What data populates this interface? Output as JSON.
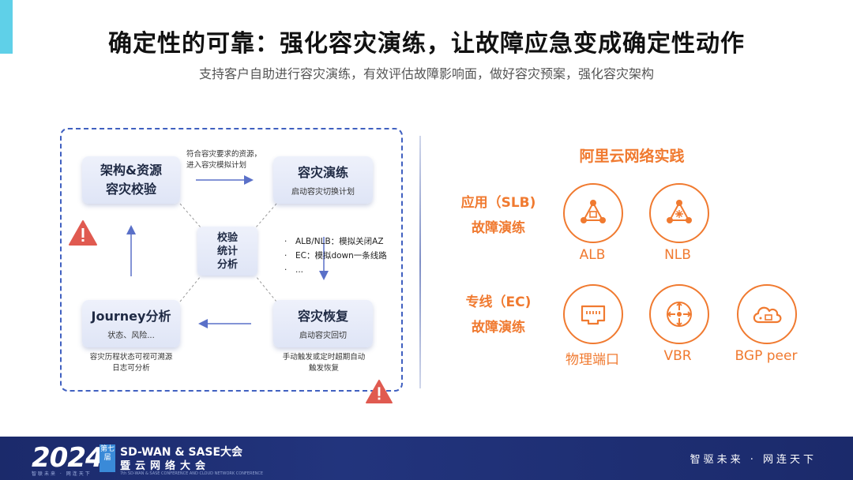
{
  "slide": {
    "title": "确定性的可靠：强化容灾演练，让故障应急变成确定性动作",
    "subtitle": "支持客户自助进行容灾演练，有效评估故障影响面，做好容灾预案，强化容灾架构"
  },
  "flow": {
    "node_arch": {
      "line1": "架构&资源",
      "line2": "容灾校验"
    },
    "node_drill": {
      "title": "容灾演练",
      "sub": "启动容灾切换计划"
    },
    "node_recover": {
      "title": "容灾恢复",
      "sub": "启动容灾回切"
    },
    "node_journey": {
      "title": "Journey分析",
      "sub": "状态、风险..."
    },
    "center": {
      "line1": "校验",
      "line2": "统计",
      "line3": "分析"
    },
    "note_top": {
      "line1": "符合容灾要求的资源，",
      "line2": "进入容灾模拟计划"
    },
    "note_recover": {
      "line1": "手动触发或定时超期自动",
      "line2": "触发恢复"
    },
    "note_journey": {
      "line1": "容灾历程状态可视可溯源",
      "line2": "日志可分析"
    },
    "bullets": [
      "ALB/NLB：模拟关闭AZ",
      "EC：模拟down一条线路",
      "..."
    ],
    "bullet_mark": "·"
  },
  "practice": {
    "title": "阿里云网络实践",
    "row_app": {
      "line1": "应用（SLB)",
      "line2": "故障演练"
    },
    "row_ec": {
      "line1": "专线（EC)",
      "line2": "故障演练"
    },
    "products": {
      "alb": "ALB",
      "nlb": "NLB",
      "port": "物理端口",
      "vbr": "VBR",
      "bgp": "BGP peer"
    }
  },
  "footer": {
    "year": "2024",
    "edition_badge": "第七届",
    "logo_sub": "智联未来 · 网连天下",
    "conf_line1": "SD-WAN & SASE大会",
    "conf_line2": "暨云网络大会",
    "conf_tiny": "7th SD-WAN & SASE CONFERENCE AND CLOUD NETWORK CONFERENCE",
    "slogan": "智驱未来 · 网连天下"
  },
  "colors": {
    "accent_orange": "#f07a30",
    "diagram_blue": "#4060c0",
    "footer_navy": "#1b2a6b",
    "warning_red": "#e05a50"
  },
  "icons": [
    "warning-triangle-icon",
    "alb-icon",
    "nlb-icon",
    "ethernet-port-icon",
    "vbr-router-icon",
    "bgp-cloud-icon"
  ]
}
